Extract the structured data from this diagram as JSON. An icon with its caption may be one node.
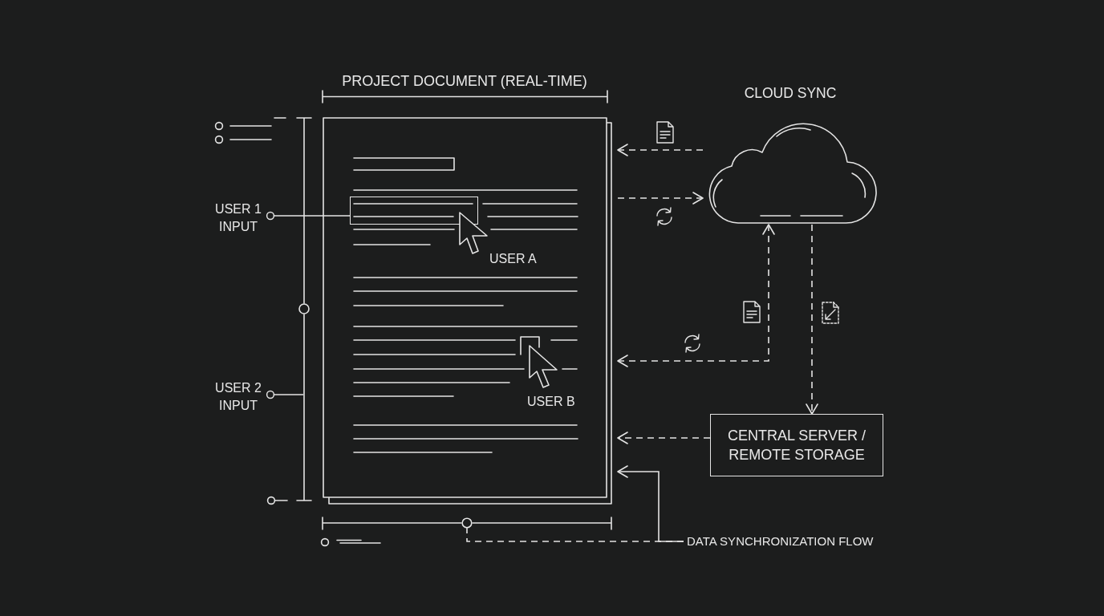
{
  "diagram": {
    "nodes": [
      {
        "text": [
          "PROJECT DOCUMENT (REAL-TIME)"
        ]
      },
      {
        "text": [],
        "shape": "box",
        "in": 0
      },
      {
        "text": [
          "CLOUD SYNC"
        ]
      },
      {
        "text": [
          "USER 1 INPUT"
        ]
      },
      {
        "text": [
          "USER 2 INPUT"
        ]
      },
      {
        "text": [
          "CENTRAL SERVER / REMOTE STORAGE"
        ]
      },
      {
        "text": [
          "DATA SYNCHRONIZATION FLOW"
        ]
      }
    ],
    "edges": [
      {
        "from": 2,
        "to": 0,
        "arrow": "to",
        "style": "dashed"
      },
      {
        "from": 0,
        "to": 2,
        "arrow": "to",
        "style": "dashed"
      },
      {
        "from": 0,
        "to": 2,
        "arrow": "both",
        "style": "dashed"
      },
      {
        "from": 2,
        "to": 5,
        "arrow": "to",
        "style": "dashed"
      },
      {
        "from": 5,
        "to": 0,
        "arrow": "to",
        "style": "dashed"
      },
      {
        "from": 6,
        "to": 0,
        "arrow": "to"
      },
      {
        "from": 6,
        "to": 0,
        "arrow": "other",
        "style": "dashed"
      },
      {
        "from": 3,
        "to": 1,
        "arrow": "other"
      },
      {
        "from": 4,
        "to": null,
        "arrow": "other"
      }
    ],
    "labels": [
      "USER A",
      "USER B"
    ]
  }
}
